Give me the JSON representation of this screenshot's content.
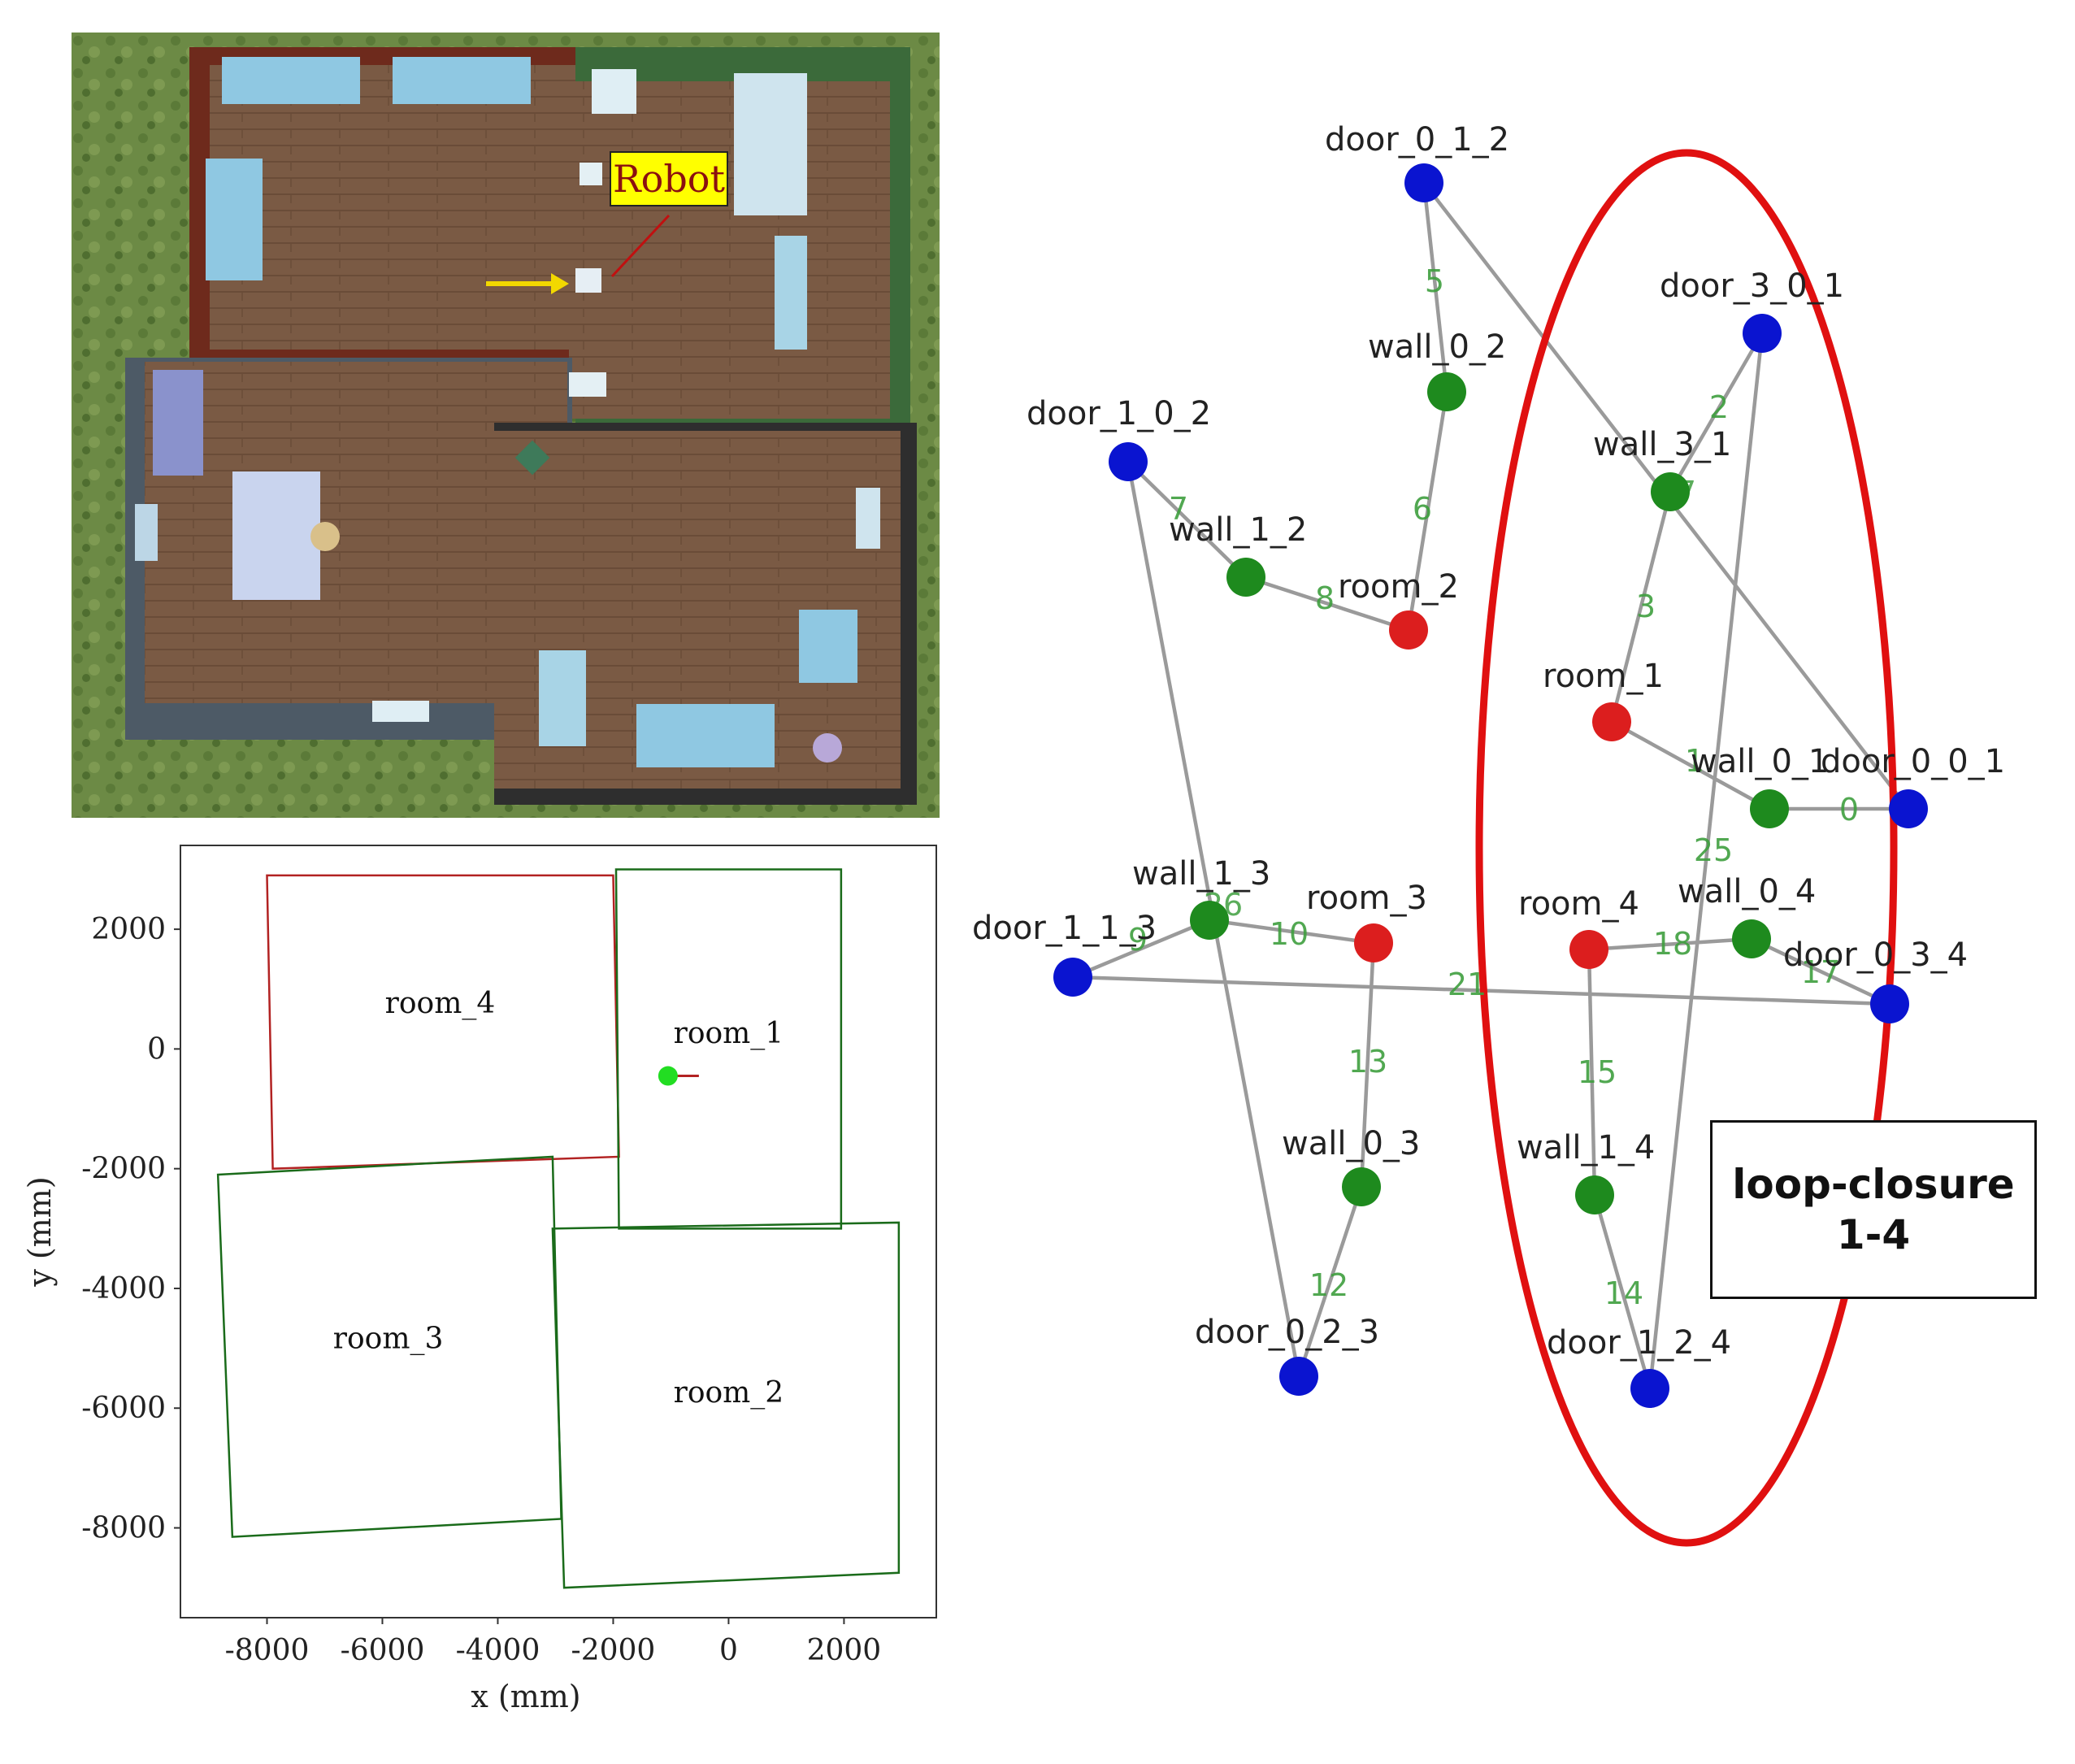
{
  "simulation": {
    "robot_label": "Robot"
  },
  "floor_plan": {
    "xlabel": "x (mm)",
    "ylabel": "y (mm)",
    "x_ticks": [
      "-8000",
      "-6000",
      "-4000",
      "-2000",
      "0",
      "2000"
    ],
    "y_ticks": [
      "2000",
      "0",
      "-2000",
      "-4000",
      "-6000",
      "-8000"
    ],
    "xlim": [
      -9500,
      3600
    ],
    "ylim": [
      -9500,
      3400
    ],
    "rooms": [
      {
        "name": "room_4",
        "color": "#b22222",
        "corners": [
          [
            -8000,
            2900
          ],
          [
            -2000,
            2900
          ],
          [
            -1900,
            -1800
          ],
          [
            -7900,
            -2000
          ]
        ],
        "label_at": [
          -5000,
          600
        ]
      },
      {
        "name": "room_1",
        "color": "#1a6b1a",
        "corners": [
          [
            -1950,
            3000
          ],
          [
            1950,
            3000
          ],
          [
            1950,
            -3000
          ],
          [
            -1900,
            -3000
          ]
        ],
        "label_at": [
          0,
          100
        ]
      },
      {
        "name": "room_3",
        "color": "#1a6b1a",
        "corners": [
          [
            -8850,
            -2100
          ],
          [
            -3050,
            -1800
          ],
          [
            -2900,
            -7850
          ],
          [
            -8600,
            -8150
          ]
        ],
        "label_at": [
          -5900,
          -5000
        ]
      },
      {
        "name": "room_2",
        "color": "#1a6b1a",
        "corners": [
          [
            -3050,
            -3000
          ],
          [
            2950,
            -2900
          ],
          [
            2950,
            -8750
          ],
          [
            -2850,
            -9000
          ]
        ],
        "label_at": [
          0,
          -5900
        ]
      }
    ],
    "robot_position": [
      -1050,
      -450
    ]
  },
  "graph": {
    "colors": {
      "door": "#0a14d0",
      "wall": "#1e8a1e",
      "room": "#dc1e1e",
      "edge": "#9a9a9a",
      "edge_label": "#3f9f3f",
      "loop": "#e01010"
    },
    "nodes": [
      {
        "id": "door_0_1_2",
        "type": "door",
        "label": "door_0_1_2"
      },
      {
        "id": "wall_0_2",
        "type": "wall",
        "label": "wall_0_2"
      },
      {
        "id": "door_1_0_2",
        "type": "door",
        "label": "door_1_0_2"
      },
      {
        "id": "wall_1_2",
        "type": "wall",
        "label": "wall_1_2"
      },
      {
        "id": "room_2",
        "type": "room",
        "label": "room_2"
      },
      {
        "id": "door_3_0_1",
        "type": "door",
        "label": "door_3_0_1"
      },
      {
        "id": "wall_3_1",
        "type": "wall",
        "label": "wall_3_1"
      },
      {
        "id": "room_1",
        "type": "room",
        "label": "room_1"
      },
      {
        "id": "wall_0_1",
        "type": "wall",
        "label": "wall_0_1"
      },
      {
        "id": "door_0_0_1",
        "type": "door",
        "label": "door_0_0_1"
      },
      {
        "id": "wall_1_3",
        "type": "wall",
        "label": "wall_1_3"
      },
      {
        "id": "door_1_1_3",
        "type": "door",
        "label": "door_1_1_3"
      },
      {
        "id": "room_3",
        "type": "room",
        "label": "room_3"
      },
      {
        "id": "room_4",
        "type": "room",
        "label": "room_4"
      },
      {
        "id": "wall_0_4",
        "type": "wall",
        "label": "wall_0_4"
      },
      {
        "id": "door_0_3_4",
        "type": "door",
        "label": "door_0_3_4"
      },
      {
        "id": "wall_0_3",
        "type": "wall",
        "label": "wall_0_3"
      },
      {
        "id": "wall_1_4",
        "type": "wall",
        "label": "wall_1_4"
      },
      {
        "id": "door_0_2_3",
        "type": "door",
        "label": "door_0_2_3"
      },
      {
        "id": "door_1_2_4",
        "type": "door",
        "label": "door_1_2_4"
      }
    ],
    "edges": [
      {
        "from": "door_0_1_2",
        "to": "wall_0_2",
        "label": "5"
      },
      {
        "from": "wall_0_2",
        "to": "room_2",
        "label": "6"
      },
      {
        "from": "door_1_0_2",
        "to": "wall_1_2",
        "label": "7"
      },
      {
        "from": "wall_1_2",
        "to": "room_2",
        "label": "8"
      },
      {
        "from": "door_3_0_1",
        "to": "wall_3_1",
        "label": "2"
      },
      {
        "from": "wall_3_1",
        "to": "room_1",
        "label": "3"
      },
      {
        "from": "room_1",
        "to": "wall_0_1",
        "label": "1"
      },
      {
        "from": "wall_0_1",
        "to": "door_0_0_1",
        "label": "0"
      },
      {
        "from": "door_0_1_2",
        "to": "door_0_0_1",
        "label": ""
      },
      {
        "from": "door_3_0_1",
        "to": "door_1_2_4",
        "label": "25"
      },
      {
        "from": "door_1_0_2",
        "to": "door_0_2_3",
        "label": ""
      },
      {
        "from": "door_1_1_3",
        "to": "wall_1_3",
        "label": "9"
      },
      {
        "from": "wall_1_3",
        "to": "room_3",
        "label": "10"
      },
      {
        "from": "door_1_1_3",
        "to": "door_0_3_4",
        "label": "21"
      },
      {
        "from": "room_3",
        "to": "wall_0_3",
        "label": "13"
      },
      {
        "from": "wall_0_3",
        "to": "door_0_2_3",
        "label": "12"
      },
      {
        "from": "room_4",
        "to": "wall_0_4",
        "label": "18"
      },
      {
        "from": "wall_0_4",
        "to": "door_0_3_4",
        "label": "17"
      },
      {
        "from": "room_4",
        "to": "wall_1_4",
        "label": "15"
      },
      {
        "from": "wall_1_4",
        "to": "door_1_2_4",
        "label": "14"
      }
    ],
    "extra_edge_labels": [
      "7",
      "26"
    ],
    "loop_closure_label": [
      "loop-closure",
      "1-4"
    ]
  }
}
